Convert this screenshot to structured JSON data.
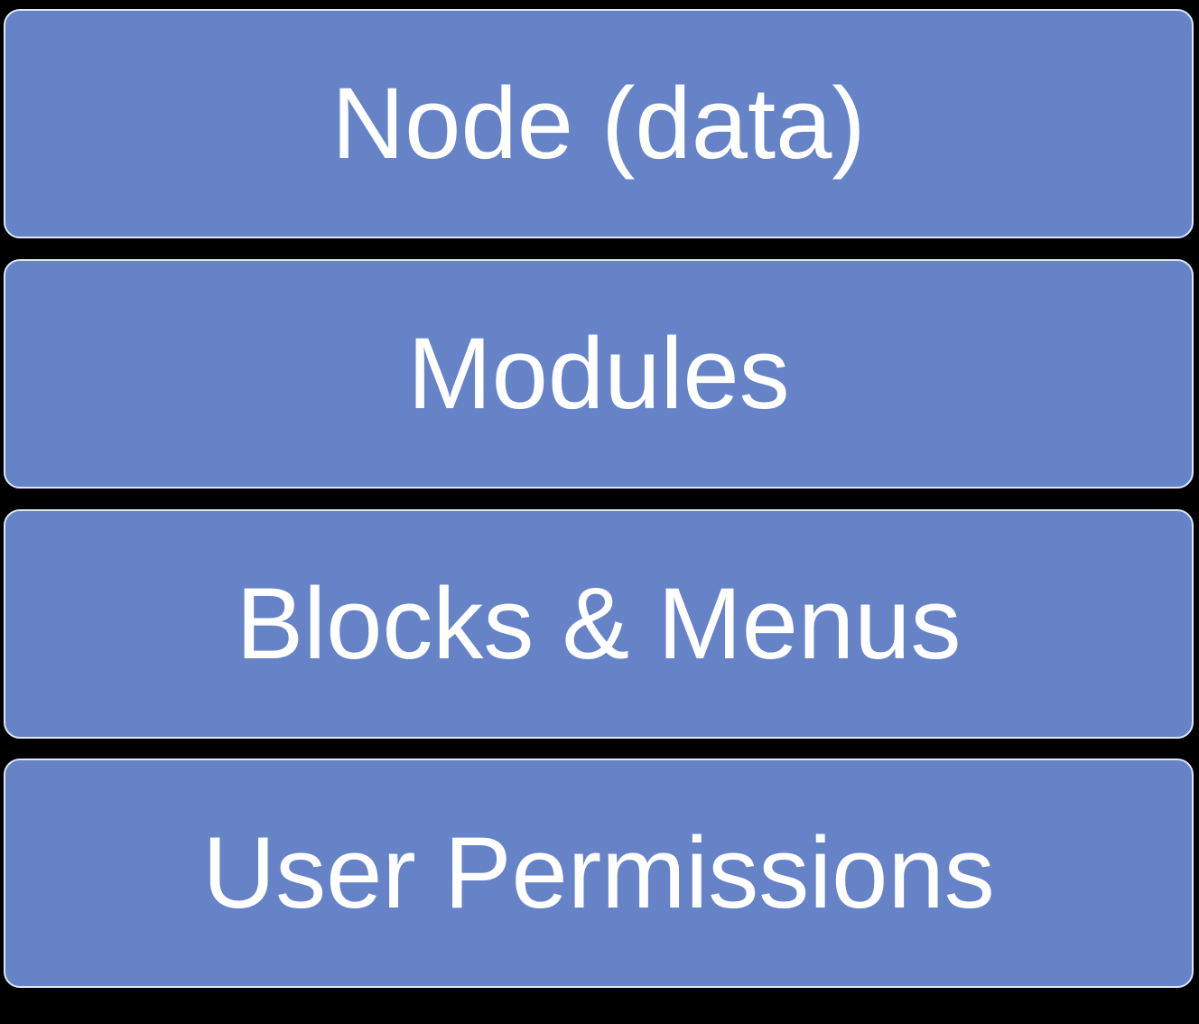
{
  "layers": [
    {
      "label": "Node (data)"
    },
    {
      "label": "Modules"
    },
    {
      "label": "Blocks & Menus"
    },
    {
      "label": "User Permissions"
    }
  ],
  "colors": {
    "background": "#000000",
    "box_fill": "#6683c7",
    "box_border": "#dfe6f5",
    "text": "#ffffff"
  }
}
